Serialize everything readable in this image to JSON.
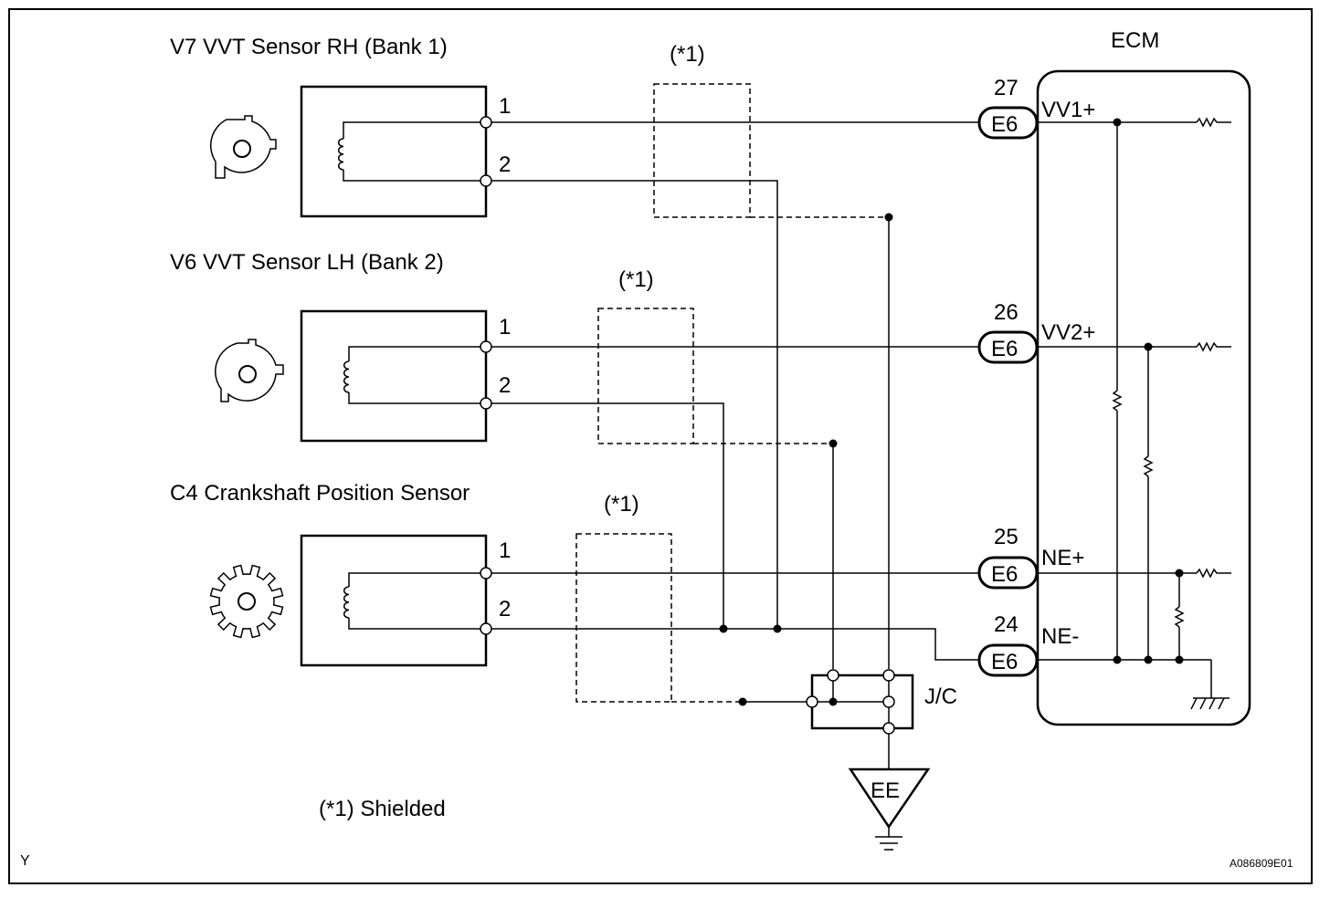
{
  "sensors": [
    {
      "title": "V7 VVT Sensor RH (Bank 1)",
      "pin1": "1",
      "pin2": "2",
      "shield": "(*1)"
    },
    {
      "title": "V6 VVT Sensor LH (Bank 2)",
      "pin1": "1",
      "pin2": "2",
      "shield": "(*1)"
    },
    {
      "title": "C4 Crankshaft Position Sensor",
      "pin1": "1",
      "pin2": "2",
      "shield": "(*1)"
    }
  ],
  "ecm": {
    "title": "ECM",
    "pins": [
      {
        "number": "27",
        "connector": "E6",
        "signal": "VV1+"
      },
      {
        "number": "26",
        "connector": "E6",
        "signal": "VV2+"
      },
      {
        "number": "25",
        "connector": "E6",
        "signal": "NE+"
      },
      {
        "number": "24",
        "connector": "E6",
        "signal": "NE-"
      }
    ]
  },
  "junction": {
    "label": "J/C"
  },
  "ground": {
    "label": "EE"
  },
  "legend": {
    "shielded": "(*1) Shielded"
  },
  "corner_mark": "Y",
  "figure_id": "A086809E01"
}
